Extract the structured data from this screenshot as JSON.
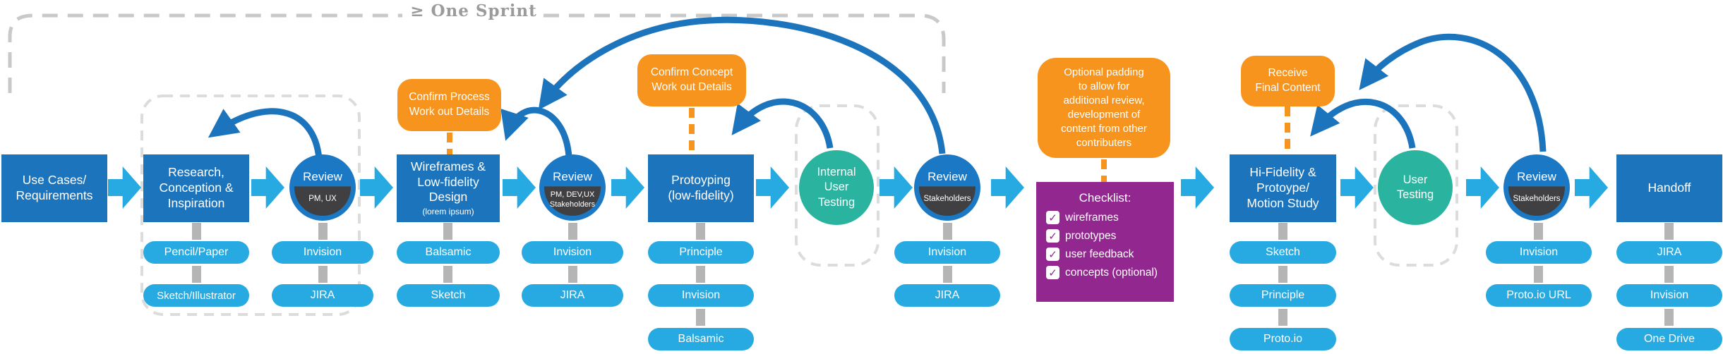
{
  "title": {
    "sprint_label": "≥ One Sprint"
  },
  "palette": {
    "primary_blue": "#1c75bc",
    "light_blue": "#27aae1",
    "teal": "#2ab4a0",
    "orange": "#f7941e",
    "purple": "#92278f",
    "dark_slate": "#404042",
    "connector_gray": "#b5b5b5",
    "dash_gray": "#dcdcdc"
  },
  "callouts": {
    "confirm_process": "Confirm Process\nWork out Details",
    "confirm_concept": "Confirm Concept\nWork out Details",
    "optional_padding": "Optional padding\nto allow for\nadditional review,\ndevelopment of\ncontent from other\ncontributers",
    "receive_final_content": "Receive\nFinal Content"
  },
  "stages": {
    "use_cases": {
      "label": "Use Cases/\nRequirements"
    },
    "research": {
      "label": "Research,\nConception &\nInspiration",
      "tools": [
        "Pencil/Paper",
        "Sketch/Illustrator"
      ]
    },
    "review_1": {
      "label": "Review",
      "participants": "PM, UX",
      "tools": [
        "Invision",
        "JIRA"
      ]
    },
    "wireframes": {
      "label": "Wireframes &\nLow-fidelity\nDesign",
      "note": "(lorem ipsum)",
      "tools": [
        "Balsamic",
        "Sketch"
      ]
    },
    "review_2": {
      "label": "Review",
      "participants": "PM, DEV,UX\nStakeholders",
      "tools": [
        "Invision",
        "JIRA"
      ]
    },
    "prototyping": {
      "label": "Protoyping\n(low-fidelity)",
      "tools": [
        "Principle",
        "Invision",
        "Balsamic"
      ]
    },
    "internal_user_testing": {
      "label": "Internal\nUser\nTesting"
    },
    "review_3": {
      "label": "Review",
      "participants": "Stakeholders",
      "tools": [
        "Invision",
        "JIRA"
      ]
    },
    "checklist": {
      "title": "Checklist:",
      "items": [
        "wireframes",
        "prototypes",
        "user feedback",
        "concepts (optional)"
      ]
    },
    "hi_fidelity": {
      "label": "Hi-Fidelity &\nProtoype/\nMotion Study",
      "tools": [
        "Sketch",
        "Principle",
        "Proto.io"
      ]
    },
    "user_testing": {
      "label": "User\nTesting"
    },
    "review_4": {
      "label": "Review",
      "participants": "Stakeholders",
      "tools": [
        "Invision",
        "Proto.io URL"
      ]
    },
    "handoff": {
      "label": "Handoff",
      "tools": [
        "JIRA",
        "Invision",
        "One Drive"
      ]
    }
  }
}
